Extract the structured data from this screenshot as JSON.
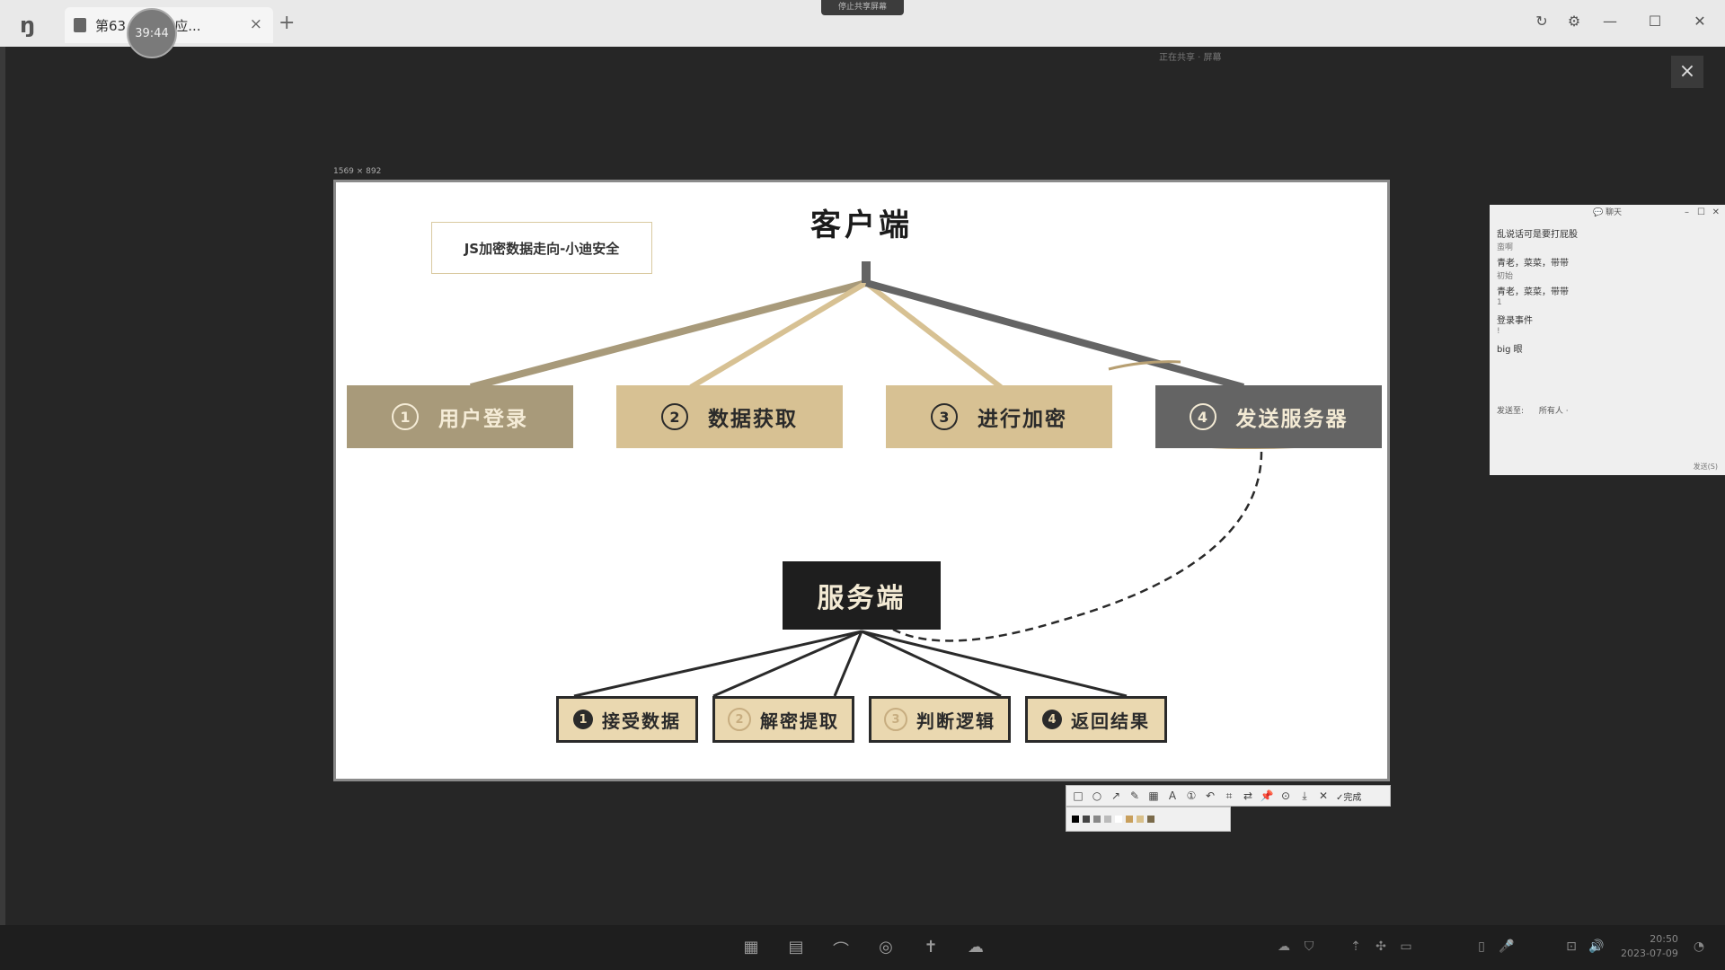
{
  "window": {
    "tab_title": "第63 攻防-JS应...",
    "tab_close": "×",
    "new_tab": "+",
    "timer": "39:44",
    "share_banner": "停止共享屏幕",
    "sub_caption": "正在共享 · 屏幕",
    "overlay_close": "×"
  },
  "slide": {
    "dimensions": "1569 × 892",
    "subtitle": "JS加密数据走向-小迪安全",
    "client_title": "客户端",
    "client_steps": [
      {
        "num": "1",
        "label": "用户登录",
        "bg": "#a89a7a",
        "fg": "#f5ecd7"
      },
      {
        "num": "2",
        "label": "数据获取",
        "bg": "#d7c193",
        "fg": "#2a2a2a"
      },
      {
        "num": "3",
        "label": "进行加密",
        "bg": "#d7c193",
        "fg": "#2a2a2a"
      },
      {
        "num": "4",
        "label": "发送服务器",
        "bg": "#646464",
        "fg": "#f3ead4"
      }
    ],
    "server_title": "服务端",
    "server_steps": [
      {
        "num": "1",
        "label": "接受数据",
        "style": "filled"
      },
      {
        "num": "2",
        "label": "解密提取",
        "style": "outline"
      },
      {
        "num": "3",
        "label": "判断逻辑",
        "style": "outline"
      },
      {
        "num": "4",
        "label": "返回结果",
        "style": "filled"
      }
    ]
  },
  "annotation_toolbar": {
    "tools": [
      "rectangle-icon",
      "ellipse-icon",
      "arrow-icon",
      "pen-icon",
      "mosaic-icon",
      "text-icon",
      "number-icon",
      "undo-icon",
      "ocr-icon",
      "translate-icon",
      "pin-icon",
      "save-icon",
      "download-icon",
      "cancel-icon"
    ],
    "tool_glyphs": [
      "□",
      "○",
      "↗",
      "✎",
      "▦",
      "A",
      "①",
      "↶",
      "⌗",
      "⇄",
      "📌",
      "⊙",
      "⤓",
      "✕"
    ],
    "done_label": "✓完成",
    "colors": [
      "#000000",
      "#444444",
      "#888888",
      "#bbbbbb",
      "#ffffff",
      "#c89f5c",
      "#d9c08a",
      "#7a6a4a"
    ]
  },
  "chat": {
    "title": "聊天",
    "messages": [
      "乱说话可是要打屁股",
      "蛮啊",
      "青老，菜菜，带带",
      "初始",
      "青老，菜菜，带带",
      "1",
      "登录事件",
      "!",
      "big 眼"
    ],
    "send_to_label": "发送至:",
    "send_to_value": "所有人 ·",
    "footer": "发送(S)"
  },
  "taskbar": {
    "time": "20:50",
    "date": "2023-07-09"
  }
}
